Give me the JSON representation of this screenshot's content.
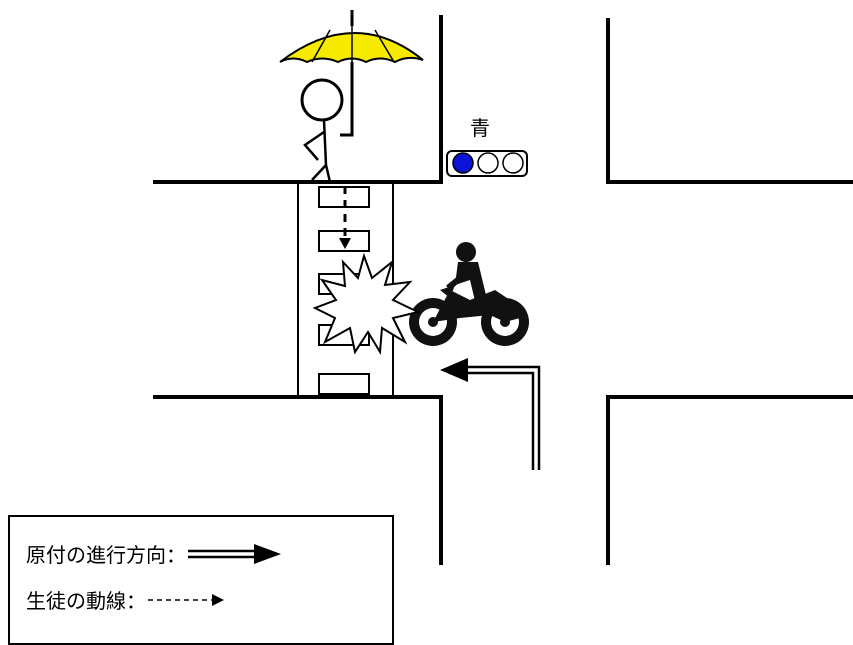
{
  "signal": {
    "label": "青",
    "active_color": "#0a14d8",
    "lamp_count": 3,
    "active_index": 0
  },
  "colors": {
    "umbrella": "#f5ea00",
    "line": "#000000"
  },
  "legend": {
    "moped_direction": "原付の進行方向：",
    "student_path": "生徒の動線："
  },
  "icons": {
    "pedestrian": "stick-figure-with-umbrella",
    "vehicle": "motorcycle-rider-silhouette",
    "impact": "collision-burst"
  }
}
